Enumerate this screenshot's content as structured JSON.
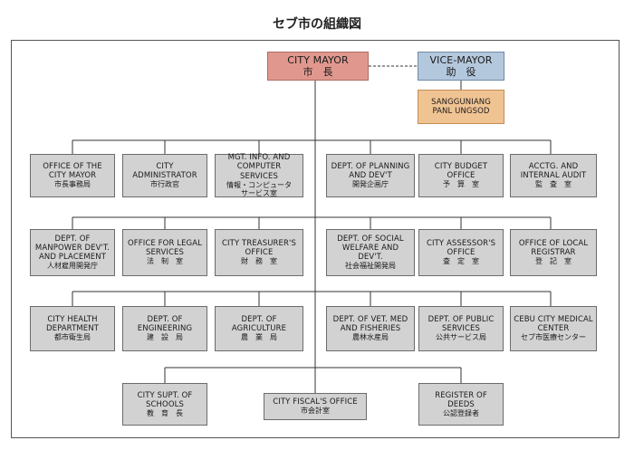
{
  "title": "セブ市の組織図",
  "top": {
    "mayor": {
      "en": "CITY MAYOR",
      "ja": "市　長"
    },
    "vice_mayor": {
      "en": "VICE-MAYOR",
      "ja": "助　役"
    },
    "council": {
      "en": "SANGGUNIANG\nPANL UNGSOD",
      "ja": ""
    }
  },
  "row1": [
    {
      "en": "OFFICE OF THE\nCITY MAYOR",
      "ja": "市長事務局"
    },
    {
      "en": "CITY\nADMINISTRATOR",
      "ja": "市行政官"
    },
    {
      "en": "MGT. INFO. AND\nCOMPUTER SERVICES",
      "ja": "情報・コンピュータ\nサービス室"
    },
    {
      "en": "DEPT. OF PLANNING\nAND DEV'T",
      "ja": "開発企画庁"
    },
    {
      "en": "CITY BUDGET\nOFFICE",
      "ja": "予　算　室"
    },
    {
      "en": "ACCTG. AND\nINTERNAL AUDIT",
      "ja": "監　査　室"
    }
  ],
  "row2": [
    {
      "en": "DEPT. OF\nMANPOWER DEV'T.\nAND PLACEMENT",
      "ja": "人材雇用開発庁"
    },
    {
      "en": "OFFICE FOR LEGAL\nSERVICES",
      "ja": "法　制　室"
    },
    {
      "en": "CITY TREASURER'S\nOFFICE",
      "ja": "財　務　室"
    },
    {
      "en": "DEPT. OF SOCIAL\nWELFARE AND\nDEV'T.",
      "ja": "社会福祉開発局"
    },
    {
      "en": "CITY ASSESSOR'S\nOFFICE",
      "ja": "査　定　室"
    },
    {
      "en": "OFFICE OF LOCAL\nREGISTRAR",
      "ja": "登　記　室"
    }
  ],
  "row3": [
    {
      "en": "CITY HEALTH\nDEPARTMENT",
      "ja": "都市衛生局"
    },
    {
      "en": "DEPT. OF\nENGINEERING",
      "ja": "建　設　局"
    },
    {
      "en": "DEPT. OF\nAGRICULTURE",
      "ja": "農　業　局"
    },
    {
      "en": "DEPT. OF VET. MED\nAND FISHERIES",
      "ja": "農林水産局"
    },
    {
      "en": "DEPT. OF PUBLIC\nSERVICES",
      "ja": "公共サービス局"
    },
    {
      "en": "CEBU CITY MEDICAL\nCENTER",
      "ja": "セブ市医療センター"
    }
  ],
  "row4": [
    {
      "en": "CITY SUPT. OF\nSCHOOLS",
      "ja": "教　育　長"
    },
    {
      "en": "CITY FISCAL'S OFFICE",
      "ja": "市会計室"
    },
    {
      "en": "REGISTER OF\nDEEDS",
      "ja": "公認登録者"
    }
  ]
}
